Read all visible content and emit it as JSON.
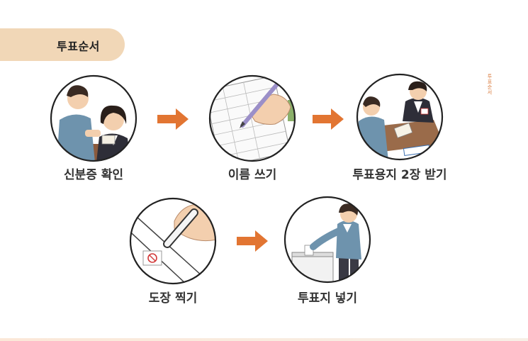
{
  "header": {
    "title": "투표순서"
  },
  "side_label": "투표순서",
  "steps": [
    {
      "label": "신분증 확인",
      "icon": "id-check-illustration"
    },
    {
      "label": "이름 쓰기",
      "icon": "writing-name-illustration"
    },
    {
      "label": "투표용지 2장 받기",
      "icon": "receive-ballots-illustration"
    },
    {
      "label": "도장 찍기",
      "icon": "stamping-illustration"
    },
    {
      "label": "투표지 넣기",
      "icon": "ballot-box-illustration"
    }
  ],
  "colors": {
    "accent": "#d97a3b",
    "tab": "#f1d7b7",
    "arrow": "#e27532"
  }
}
